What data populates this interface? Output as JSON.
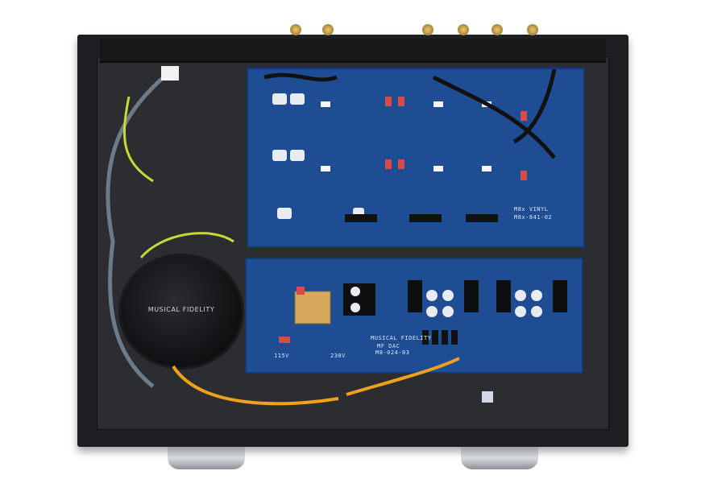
{
  "photo": {
    "subject": "",
    "toroid_brand": "MUSICAL FIDELITY",
    "top_board_label_1": "M8x VINYL",
    "top_board_label_2": "M8x-841-02",
    "bottom_board_label_1": "MUSICAL FIDELITY",
    "bottom_board_label_2": "MF DAC",
    "bottom_board_label_3": "M8-024-03",
    "voltage_1": "115V",
    "voltage_2": "230V"
  }
}
